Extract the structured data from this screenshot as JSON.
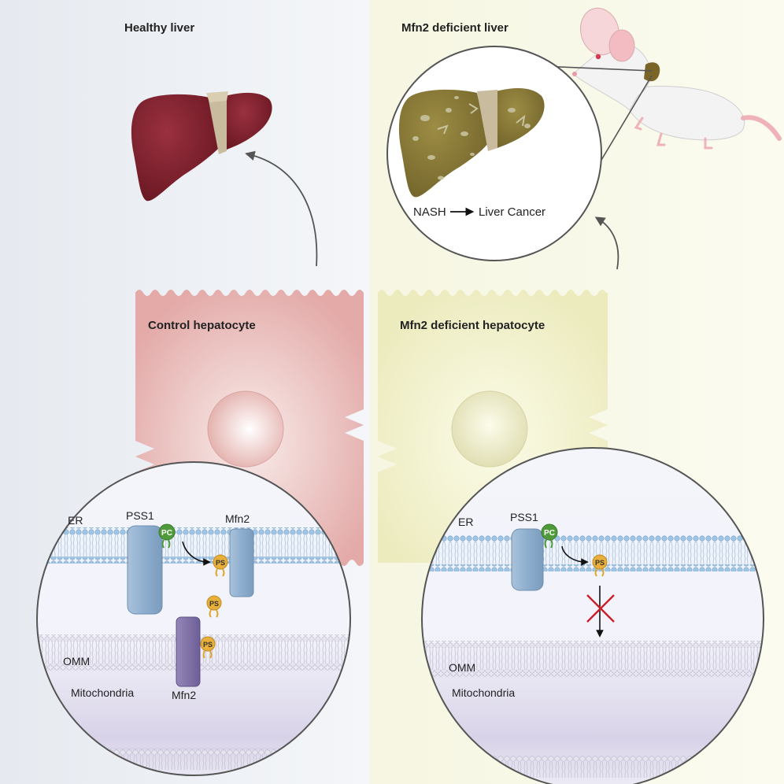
{
  "left": {
    "title": "Healthy liver",
    "cell_label": "Control hepatocyte",
    "zoom": {
      "er": "ER",
      "pss1": "PSS1",
      "pc": "PC",
      "ps": "PS",
      "mfn2_er": "Mfn2",
      "mfn2_mito": "Mfn2",
      "omm": "OMM",
      "mitochondria": "Mitochondria"
    }
  },
  "right": {
    "title": "Mfn2 deficient liver",
    "cell_label": "Mfn2 deficient hepatocyte",
    "liver_caption_from": "NASH",
    "liver_caption_to": "Liver Cancer",
    "zoom": {
      "er": "ER",
      "pss1": "PSS1",
      "pc": "PC",
      "ps": "PS",
      "omm": "OMM",
      "mitochondria": "Mitochondria"
    }
  },
  "colors": {
    "left_bg": "#eef1f5",
    "right_bg": "#f8f8e6",
    "healthy_liver": "#7a1e2a",
    "sick_liver": "#8a7a3a",
    "control_cell": "#e8b8b6",
    "mfn2_cell": "#eeeec2",
    "protein_pss1": "#8fb0d0",
    "protein_mfn2_mito": "#7f6fa6",
    "pc": "#4f9a3a",
    "ps": "#e0a62c",
    "block_x": "#c8202a"
  }
}
